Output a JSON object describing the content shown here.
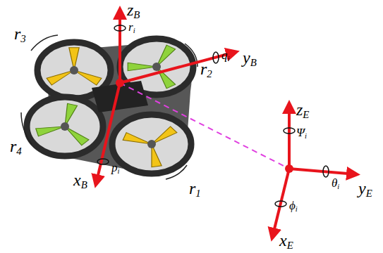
{
  "diagram": {
    "labels": [
      "zB",
      "ri",
      "r3",
      "r2",
      "yB",
      "qi",
      "r4",
      "xB",
      "pi",
      "r1",
      "zE",
      "Ψi",
      "yE",
      "θi",
      "xE",
      "ϕi"
    ]
  }
}
